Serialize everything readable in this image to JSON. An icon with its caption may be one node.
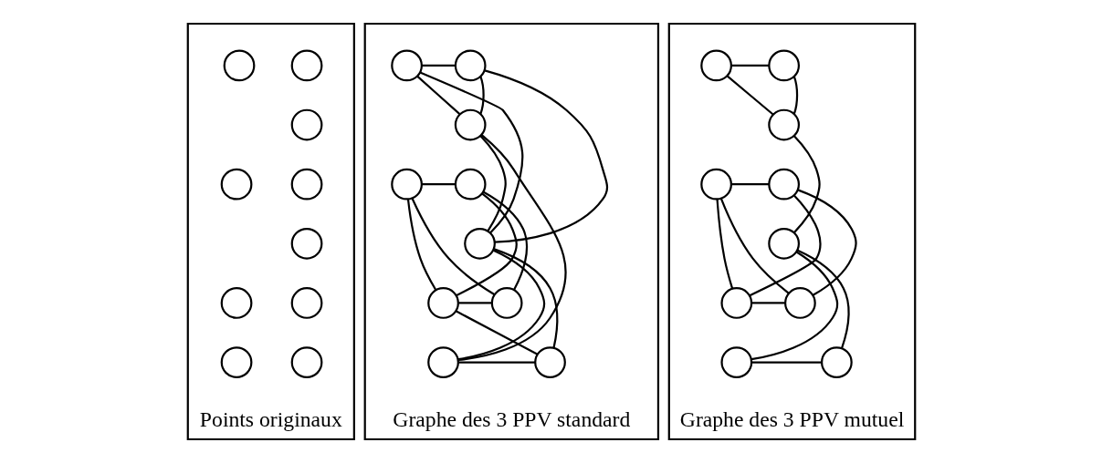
{
  "diagram": {
    "nodes": [
      {
        "text": [
          "Points originaux"
        ]
      },
      {
        "text": [],
        "shape": "circle",
        "in": 0
      },
      {
        "text": [],
        "shape": "circle",
        "in": 0
      },
      {
        "text": [],
        "shape": "circle",
        "in": 0
      },
      {
        "text": [],
        "shape": "circle",
        "in": 0
      },
      {
        "text": [],
        "shape": "circle",
        "in": 0
      },
      {
        "text": [],
        "shape": "circle",
        "in": 0
      },
      {
        "text": [],
        "shape": "circle",
        "in": 0
      },
      {
        "text": [],
        "shape": "circle",
        "in": 0
      },
      {
        "text": [],
        "shape": "circle",
        "in": 0
      },
      {
        "text": [],
        "shape": "circle",
        "in": 0
      },
      {
        "text": [
          "Graphe des 3 PPV standard"
        ]
      },
      {
        "text": [],
        "shape": "circle",
        "in": 11
      },
      {
        "text": [],
        "shape": "circle",
        "in": 11
      },
      {
        "text": [],
        "shape": "circle",
        "in": 11
      },
      {
        "text": [],
        "shape": "circle",
        "in": 11
      },
      {
        "text": [],
        "shape": "circle",
        "in": 11
      },
      {
        "text": [],
        "shape": "circle",
        "in": 11
      },
      {
        "text": [],
        "shape": "circle",
        "in": 11
      },
      {
        "text": [],
        "shape": "circle",
        "in": 11
      },
      {
        "text": [],
        "shape": "circle",
        "in": 11
      },
      {
        "text": [],
        "shape": "circle",
        "in": 11
      },
      {
        "text": [
          "Graphe des 3 PPV mutuel"
        ]
      },
      {
        "text": [],
        "shape": "circle",
        "in": 22
      },
      {
        "text": [],
        "shape": "circle",
        "in": 22
      },
      {
        "text": [],
        "shape": "circle",
        "in": 22
      },
      {
        "text": [],
        "shape": "circle",
        "in": 22
      },
      {
        "text": [],
        "shape": "circle",
        "in": 22
      },
      {
        "text": [],
        "shape": "circle",
        "in": 22
      },
      {
        "text": [],
        "shape": "circle",
        "in": 22
      },
      {
        "text": [],
        "shape": "circle",
        "in": 22
      },
      {
        "text": [],
        "shape": "circle",
        "in": 22
      },
      {
        "text": [],
        "shape": "circle",
        "in": 22
      }
    ],
    "edges": [
      {
        "from": 12,
        "to": 13,
        "arrow": "none"
      },
      {
        "from": 12,
        "to": 14,
        "arrow": "none"
      },
      {
        "from": 13,
        "to": 14,
        "arrow": "none"
      },
      {
        "from": 12,
        "to": 17,
        "arrow": "none"
      },
      {
        "from": 13,
        "to": 17,
        "arrow": "none"
      },
      {
        "from": 14,
        "to": 17,
        "arrow": "none"
      },
      {
        "from": 14,
        "to": 20,
        "arrow": "none"
      },
      {
        "from": 17,
        "to": 20,
        "arrow": "none"
      },
      {
        "from": 17,
        "to": 21,
        "arrow": "none"
      },
      {
        "from": 20,
        "to": 21,
        "arrow": "none"
      },
      {
        "from": 21,
        "to": 18,
        "arrow": "none"
      },
      {
        "from": 15,
        "to": 16,
        "arrow": "none"
      },
      {
        "from": 15,
        "to": 18,
        "arrow": "none"
      },
      {
        "from": 15,
        "to": 19,
        "arrow": "none"
      },
      {
        "from": 16,
        "to": 18,
        "arrow": "none"
      },
      {
        "from": 16,
        "to": 19,
        "arrow": "none"
      },
      {
        "from": 18,
        "to": 19,
        "arrow": "none"
      },
      {
        "from": 23,
        "to": 24,
        "arrow": "none"
      },
      {
        "from": 23,
        "to": 25,
        "arrow": "none"
      },
      {
        "from": 24,
        "to": 25,
        "arrow": "none"
      },
      {
        "from": 25,
        "to": 28,
        "arrow": "none"
      },
      {
        "from": 28,
        "to": 31,
        "arrow": "none"
      },
      {
        "from": 28,
        "to": 32,
        "arrow": "none"
      },
      {
        "from": 31,
        "to": 32,
        "arrow": "none"
      },
      {
        "from": 26,
        "to": 27,
        "arrow": "none"
      },
      {
        "from": 26,
        "to": 29,
        "arrow": "none"
      },
      {
        "from": 26,
        "to": 30,
        "arrow": "none"
      },
      {
        "from": 27,
        "to": 29,
        "arrow": "none"
      },
      {
        "from": 27,
        "to": 30,
        "arrow": "none"
      },
      {
        "from": 29,
        "to": 30,
        "arrow": "none"
      }
    ]
  }
}
